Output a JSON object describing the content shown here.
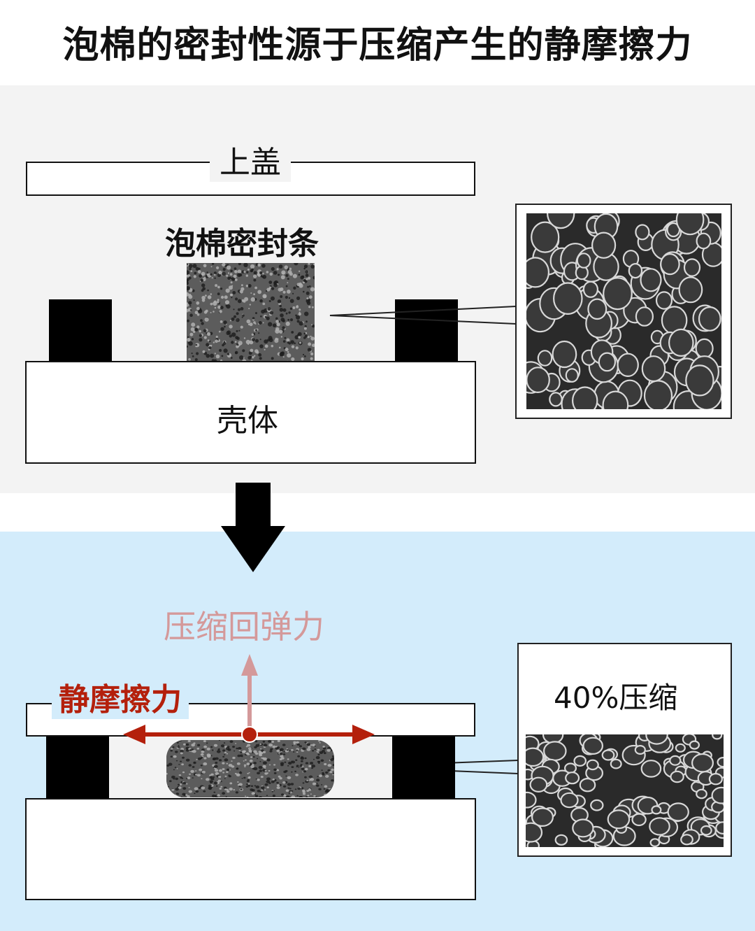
{
  "title": "泡棉的密封性源于压缩产生的静摩擦力",
  "top_diagram": {
    "lid_label": "上盖",
    "foam_label": "泡棉密封条",
    "housing_label": "壳体"
  },
  "bottom_diagram": {
    "rebound_label": "压缩回弹力",
    "static_friction_label": "静摩擦力",
    "compression_label": "40%压缩"
  },
  "colors": {
    "top_band": "#f3f3f3",
    "bottom_band": "#d3ecfb",
    "friction_arrow": "#b4200c",
    "rebound_arrow": "#d4999a"
  }
}
